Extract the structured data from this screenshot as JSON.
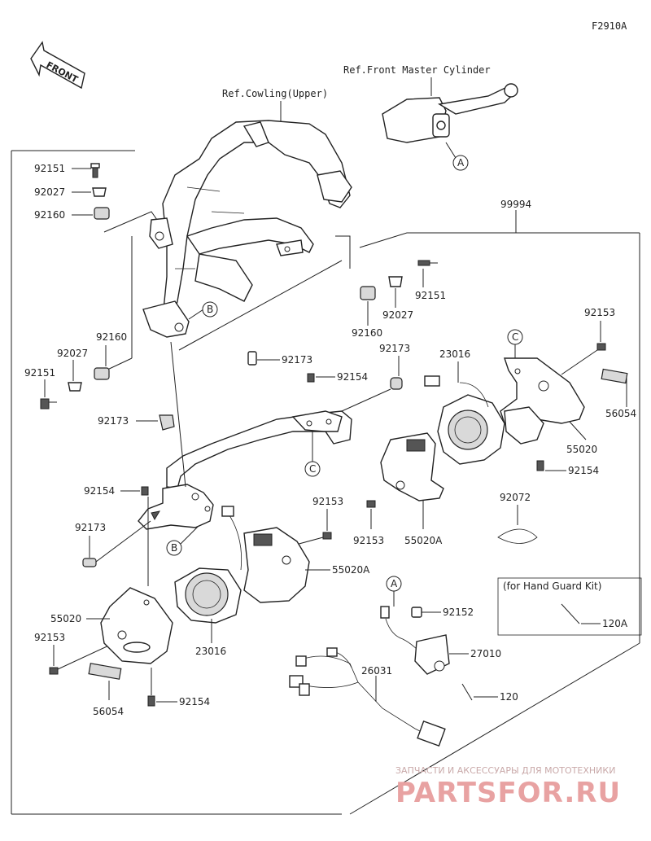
{
  "figure_code": "F2910A",
  "front_label": "FRONT",
  "refs": {
    "master_cylinder": "Ref.Front Master Cylinder",
    "cowling": "Ref.Cowling(Upper)"
  },
  "callouts": {
    "A": "A",
    "B": "B",
    "C": "C"
  },
  "kit_note": "(for Hand Guard Kit)",
  "parts": {
    "p99994": "99994",
    "p92151_a": "92151",
    "p92027_a": "92027",
    "p92160_a": "92160",
    "p92160_b": "92160",
    "p92027_b": "92027",
    "p92151_b": "92151",
    "p92160_c": "92160",
    "p92027_c": "92027",
    "p92151_c": "92151",
    "p92173_a": "92173",
    "p92173_b": "92173",
    "p92173_c": "92173",
    "p92173_d": "92173",
    "p92154_a": "92154",
    "p92154_b": "92154",
    "p92154_c": "92154",
    "p92154_d": "92154",
    "p92153_a": "92153",
    "p92153_b": "92153",
    "p92153_c": "92153",
    "p92153_d": "92153",
    "p23016_a": "23016",
    "p23016_b": "23016",
    "p55020_a": "55020",
    "p55020_b": "55020",
    "p55020A_a": "55020A",
    "p55020A_b": "55020A",
    "p56054_a": "56054",
    "p56054_b": "56054",
    "p92072": "92072",
    "p92152": "92152",
    "p27010": "27010",
    "p26031": "26031",
    "p120": "120",
    "p120A": "120A"
  },
  "watermark": {
    "line1": "ЗАПЧАСТИ И АКСЕССУАРЫ ДЛЯ МОТОТЕХНИКИ",
    "line2": "PARTSFOR.RU"
  }
}
